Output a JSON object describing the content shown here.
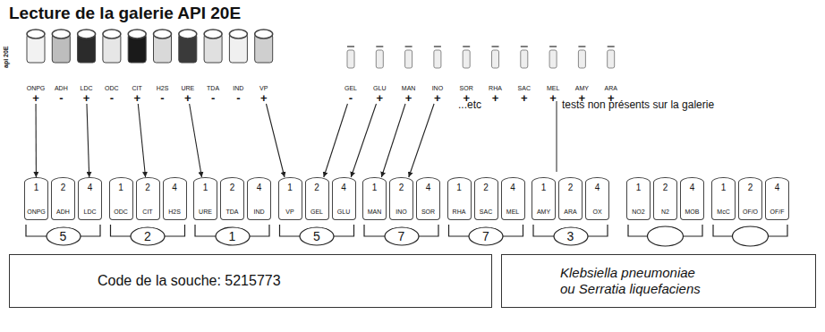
{
  "diagram": {
    "title": "Lecture de la galerie API 20E",
    "nodes": [
      {
        "text": [
          "ONPG",
          "+"
        ]
      },
      {
        "text": [
          "ADH",
          "-"
        ]
      },
      {
        "text": [
          "LDC",
          "+"
        ]
      },
      {
        "text": [
          "ODC",
          "-"
        ]
      },
      {
        "text": [
          "CIT",
          "+"
        ]
      },
      {
        "text": [
          "H2S",
          "-"
        ]
      },
      {
        "text": [
          "URE",
          "+"
        ]
      },
      {
        "text": [
          "TDA",
          "-"
        ]
      },
      {
        "text": [
          "IND",
          "-"
        ]
      },
      {
        "text": [
          "VP",
          "+"
        ]
      },
      {
        "text": [
          "GEL",
          "-"
        ]
      },
      {
        "text": [
          "GLU",
          "+"
        ]
      },
      {
        "text": [
          "MAN",
          "+"
        ]
      },
      {
        "text": [
          "INO",
          "+"
        ]
      },
      {
        "text": [
          "SOR",
          "+"
        ]
      },
      {
        "text": [
          "RHA",
          "+"
        ]
      },
      {
        "text": [
          "SAC",
          "+"
        ]
      },
      {
        "text": [
          "MEL",
          "+"
        ]
      },
      {
        "text": [
          "AMY",
          "+"
        ]
      },
      {
        "text": [
          "ARA",
          "+"
        ]
      },
      {
        "text": [
          "1",
          "ONPG"
        ]
      },
      {
        "text": [
          "2",
          "ADH"
        ]
      },
      {
        "text": [
          "4",
          "LDC"
        ]
      },
      {
        "text": [
          "1",
          "ODC"
        ]
      },
      {
        "text": [
          "2",
          "CIT"
        ]
      },
      {
        "text": [
          "4",
          "H2S"
        ]
      },
      {
        "text": [
          "1",
          "URE"
        ]
      },
      {
        "text": [
          "2",
          "TDA"
        ]
      },
      {
        "text": [
          "4",
          "IND"
        ]
      },
      {
        "text": [
          "1",
          "VP"
        ]
      },
      {
        "text": [
          "2",
          "GEL"
        ]
      },
      {
        "text": [
          "4",
          "GLU"
        ]
      },
      {
        "text": [
          "1",
          "MAN"
        ]
      },
      {
        "text": [
          "2",
          "INO"
        ]
      },
      {
        "text": [
          "4",
          "SOR"
        ]
      },
      {
        "text": [
          "1",
          "RHA"
        ]
      },
      {
        "text": [
          "2",
          "SAC"
        ]
      },
      {
        "text": [
          "4",
          "MEL"
        ]
      },
      {
        "text": [
          "1",
          "AMY"
        ]
      },
      {
        "text": [
          "2",
          "ARA"
        ]
      },
      {
        "text": [
          "4",
          "OX"
        ]
      },
      {
        "text": [
          "1",
          "NO2"
        ]
      },
      {
        "text": [
          "2",
          "N2"
        ]
      },
      {
        "text": [
          "4",
          "MOB"
        ]
      },
      {
        "text": [
          "1",
          "McC"
        ]
      },
      {
        "text": [
          "2",
          "OF/O"
        ]
      },
      {
        "text": [
          "4",
          "OF/F"
        ]
      },
      {
        "text": [
          "5"
        ]
      },
      {
        "text": [
          "2"
        ]
      },
      {
        "text": [
          "1"
        ]
      },
      {
        "text": [
          "5"
        ]
      },
      {
        "text": [
          "7"
        ]
      },
      {
        "text": [
          "7"
        ]
      },
      {
        "text": [
          "3"
        ]
      },
      {
        "text": [
          "Code de la souche: 5215773"
        ]
      },
      {
        "text": [
          "Klebsiella pneumoniae ou Serratia liquefaciens"
        ]
      }
    ],
    "edges": [
      {
        "from": 0,
        "to": 20,
        "arrow": "to"
      },
      {
        "from": 2,
        "to": 22,
        "arrow": "to"
      },
      {
        "from": 4,
        "to": 24,
        "arrow": "to"
      },
      {
        "from": 6,
        "to": 26,
        "arrow": "to"
      },
      {
        "from": 9,
        "to": 29,
        "arrow": "to"
      },
      {
        "from": 10,
        "to": 30,
        "arrow": "to"
      },
      {
        "from": 11,
        "to": 31,
        "arrow": "to"
      },
      {
        "from": 12,
        "to": 32,
        "arrow": "to"
      },
      {
        "from": 13,
        "to": 33,
        "arrow": "to"
      }
    ],
    "labels": [
      "api 20E",
      "...etc",
      "tests non présents sur la galerie"
    ]
  }
}
